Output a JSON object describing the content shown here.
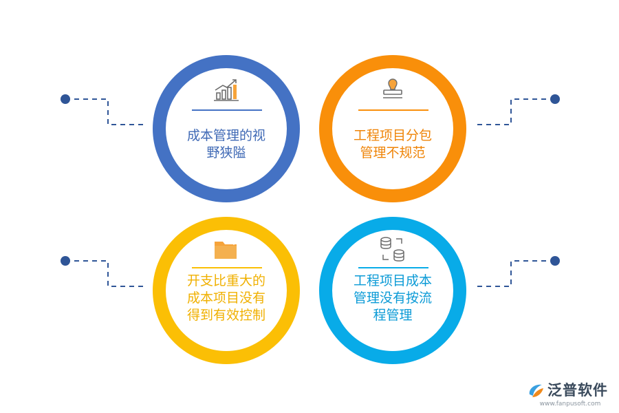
{
  "items": [
    {
      "label": "成本管理的视\n野狭隘",
      "color": "#4472c4",
      "icon": "growth-chart-icon"
    },
    {
      "label": "工程项目分包\n管理不规范",
      "color": "#f98f0a",
      "icon": "stamp-icon"
    },
    {
      "label": "开支比重大的\n成本项目没有\n得到有效控制",
      "color": "#fbbf05",
      "icon": "folder-icon"
    },
    {
      "label": "工程项目成本\n管理没有按流\n程管理",
      "color": "#08abe8",
      "icon": "database-sync-icon"
    }
  ],
  "connector_color": "#2f5597",
  "brand": {
    "name": "泛普软件",
    "url": "www.fanpusoft.com"
  }
}
